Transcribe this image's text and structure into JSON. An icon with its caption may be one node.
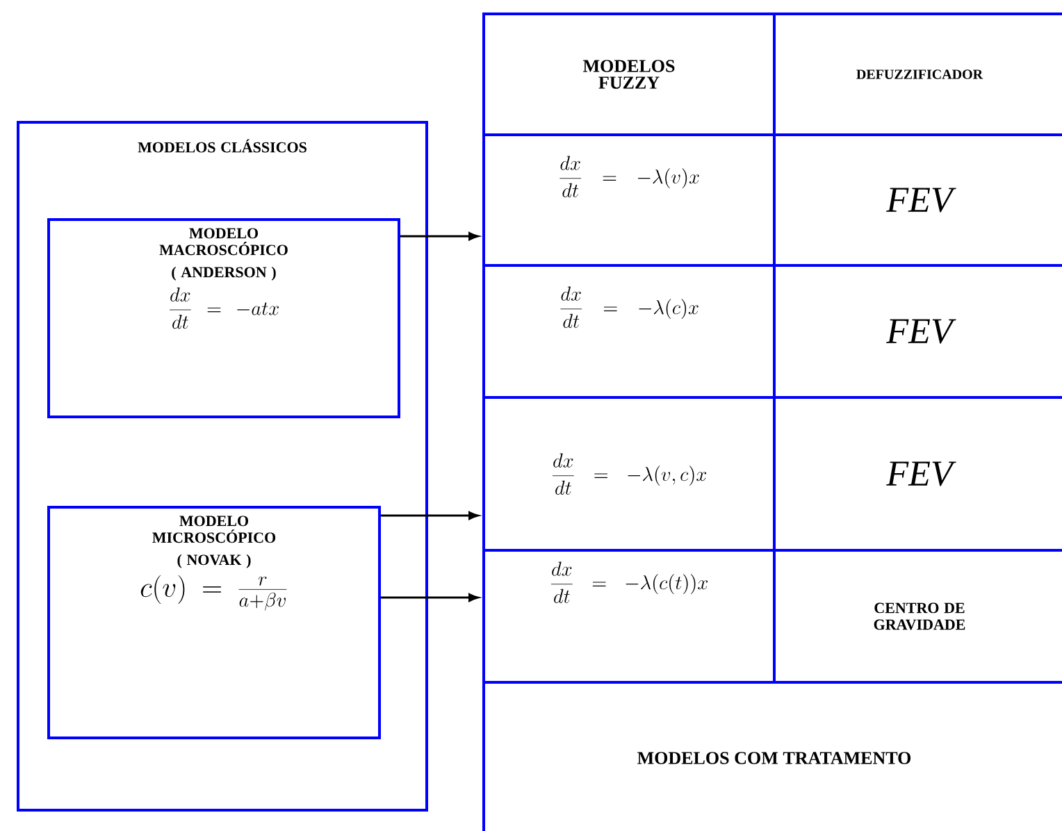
{
  "diagram": {
    "nodes": [
      {
        "text": [
          "MODELOS CLÁSSICOS"
        ]
      },
      {
        "text": [
          "MODELO MACROSCÓPICO",
          "( ANDERSON )",
          "\\frac{dx}{dt}=-atx"
        ],
        "in": 0
      },
      {
        "text": [
          "MODELO MICROSCÓPICO",
          "( NOVAK )",
          "c(v)=\\frac{r}{a+\\beta v}"
        ],
        "in": 0
      },
      {
        "text": [
          "MODELOS FUZZY"
        ]
      },
      {
        "text": [
          "DEFUZZIFICADOR"
        ]
      },
      {
        "text": [
          "\\frac{dx}{dt}=-\\lambda(v)x"
        ]
      },
      {
        "text": [
          "FEV"
        ]
      },
      {
        "text": [
          "\\frac{dx}{dt}=-\\lambda(c)x"
        ]
      },
      {
        "text": [
          "FEV"
        ]
      },
      {
        "text": [
          "\\frac{dx}{dt}=-\\lambda(v,c)x"
        ]
      },
      {
        "text": [
          "FEV"
        ]
      },
      {
        "text": [
          "\\frac{dx}{dt}=-\\lambda(c(t))x"
        ]
      },
      {
        "text": [
          "CENTRO DE GRAVIDADE"
        ]
      },
      {
        "text": [
          "MODELOS COM TRATAMENTO"
        ]
      }
    ],
    "edges": [
      {
        "from": 1,
        "to": 5,
        "arrow": "to"
      },
      {
        "from": 2,
        "to": 9,
        "arrow": "to"
      },
      {
        "from": 2,
        "to": 11,
        "arrow": "to"
      }
    ]
  }
}
